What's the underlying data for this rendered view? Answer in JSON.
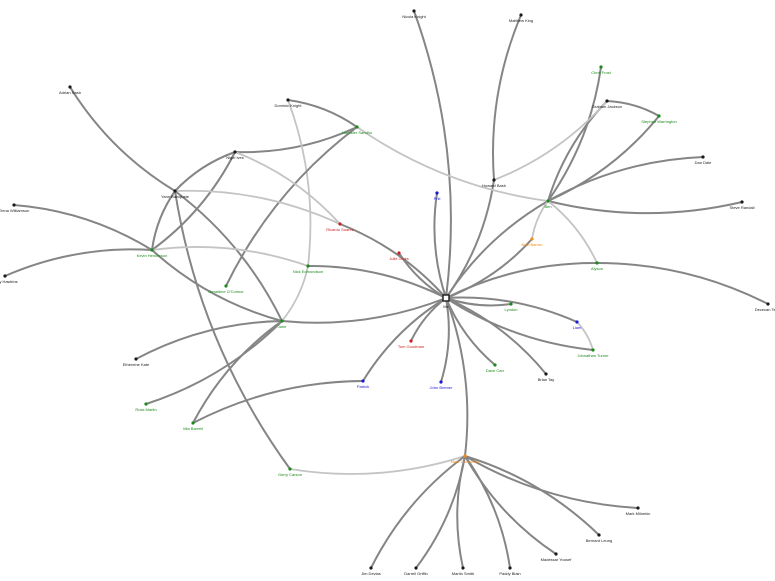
{
  "colors": {
    "black": "#1a1a1a",
    "green": "#1b8a1b",
    "blue": "#1a1ad6",
    "red": "#cc1f1f",
    "orange": "#f08c1a",
    "edge_dark": "#858585",
    "edge_light": "#c4c4c4"
  },
  "nodes": [
    {
      "id": "me",
      "label": "Me",
      "color": "black",
      "shape": "square"
    },
    {
      "id": "nicola",
      "label": "Nicola Knight",
      "color": "black"
    },
    {
      "id": "matthew",
      "label": "Matthew King",
      "color": "black"
    },
    {
      "id": "chris",
      "label": "Chris Frost",
      "color": "green"
    },
    {
      "id": "graham",
      "label": "Graham Jackson",
      "color": "black"
    },
    {
      "id": "stephen",
      "label": "Stephen Warrington",
      "color": "green"
    },
    {
      "id": "dan",
      "label": "Dan Dale",
      "color": "black"
    },
    {
      "id": "steve",
      "label": "Steve Randall",
      "color": "black"
    },
    {
      "id": "ben",
      "label": "Ben",
      "color": "green"
    },
    {
      "id": "niall",
      "label": "Niall Barron",
      "color": "orange"
    },
    {
      "id": "alyson",
      "label": "Alyson",
      "color": "green"
    },
    {
      "id": "dececan",
      "label": "Dececan Tebet",
      "color": "black"
    },
    {
      "id": "howard",
      "label": "Howard Bash",
      "color": "black"
    },
    {
      "id": "phil",
      "label": "Phil",
      "color": "blue"
    },
    {
      "id": "adrian",
      "label": "Adrian Nash",
      "color": "black"
    },
    {
      "id": "dominic",
      "label": "Dominic Knight",
      "color": "black"
    },
    {
      "id": "herinder",
      "label": "Harinder Sandhu",
      "color": "green"
    },
    {
      "id": "nigel",
      "label": "Nigel Ives",
      "color": "black"
    },
    {
      "id": "yann",
      "label": "Yann Bandjuste",
      "color": "black"
    },
    {
      "id": "elena",
      "label": "Elena Williamson",
      "color": "black"
    },
    {
      "id": "kevin",
      "label": "Kevin Henderson",
      "color": "green"
    },
    {
      "id": "andy",
      "label": "Andy Hawkins",
      "color": "black"
    },
    {
      "id": "ricardo",
      "label": "Ricardo Suarez",
      "color": "red"
    },
    {
      "id": "julie",
      "label": "Julie Jacks",
      "color": "red"
    },
    {
      "id": "nick",
      "label": "Nick Edmondson",
      "color": "green"
    },
    {
      "id": "geraldine",
      "label": "Geraldine O'Connor",
      "color": "green"
    },
    {
      "id": "jane",
      "label": "Jane",
      "color": "green"
    },
    {
      "id": "lyndon",
      "label": "Lyndon",
      "color": "green"
    },
    {
      "id": "liam",
      "label": "Liam",
      "color": "blue"
    },
    {
      "id": "johnathan",
      "label": "Johnathan Turner",
      "color": "green"
    },
    {
      "id": "tom",
      "label": "Tom Goodman",
      "color": "red"
    },
    {
      "id": "john",
      "label": "John Bremer",
      "color": "blue"
    },
    {
      "id": "dave",
      "label": "Dave Carr",
      "color": "green"
    },
    {
      "id": "brian",
      "label": "Brian Tay",
      "color": "black"
    },
    {
      "id": "patrick",
      "label": "Patrick",
      "color": "blue"
    },
    {
      "id": "ethereine",
      "label": "Ethereine Kate",
      "color": "black"
    },
    {
      "id": "russ",
      "label": "Russ Martin",
      "color": "green"
    },
    {
      "id": "mia",
      "label": "Mia Barrett",
      "color": "green"
    },
    {
      "id": "gerry",
      "label": "Gerry Carson",
      "color": "green"
    },
    {
      "id": "mark",
      "label": "Mark Thompson",
      "color": "orange"
    },
    {
      "id": "mark2",
      "label": "Mark Milnekin",
      "color": "black"
    },
    {
      "id": "bernard",
      "label": "Bernard Leung",
      "color": "black"
    },
    {
      "id": "madessar",
      "label": "Madessar Yousef",
      "color": "black"
    },
    {
      "id": "paddy",
      "label": "Paddy Blain",
      "color": "black"
    },
    {
      "id": "martin",
      "label": "Martin Smith",
      "color": "black"
    },
    {
      "id": "darrell",
      "label": "Darrell Griffin",
      "color": "black"
    },
    {
      "id": "jim",
      "label": "Jim Devlas",
      "color": "black"
    }
  ],
  "edges": [
    {
      "from": "me",
      "to": "nicola",
      "tone": "dark"
    },
    {
      "from": "me",
      "to": "phil",
      "tone": "dark"
    },
    {
      "from": "me",
      "to": "howard",
      "tone": "dark"
    },
    {
      "from": "me",
      "to": "ben",
      "tone": "dark"
    },
    {
      "from": "me",
      "to": "niall",
      "tone": "dark"
    },
    {
      "from": "me",
      "to": "alyson",
      "tone": "dark"
    },
    {
      "from": "me",
      "to": "lyndon",
      "tone": "dark"
    },
    {
      "from": "me",
      "to": "liam",
      "tone": "dark"
    },
    {
      "from": "me",
      "to": "johnathan",
      "tone": "dark"
    },
    {
      "from": "me",
      "to": "brian",
      "tone": "dark"
    },
    {
      "from": "me",
      "to": "dave",
      "tone": "dark"
    },
    {
      "from": "me",
      "to": "john",
      "tone": "dark"
    },
    {
      "from": "me",
      "to": "tom",
      "tone": "dark"
    },
    {
      "from": "me",
      "to": "mark",
      "tone": "dark"
    },
    {
      "from": "me",
      "to": "patrick",
      "tone": "dark"
    },
    {
      "from": "me",
      "to": "jane",
      "tone": "dark"
    },
    {
      "from": "me",
      "to": "nick",
      "tone": "dark"
    },
    {
      "from": "me",
      "to": "julie",
      "tone": "dark"
    },
    {
      "from": "me",
      "to": "ricardo",
      "tone": "dark"
    },
    {
      "from": "howard",
      "to": "matthew",
      "tone": "dark"
    },
    {
      "from": "ben",
      "to": "chris",
      "tone": "dark"
    },
    {
      "from": "ben",
      "to": "graham",
      "tone": "dark"
    },
    {
      "from": "ben",
      "to": "stephen",
      "tone": "dark"
    },
    {
      "from": "ben",
      "to": "dan",
      "tone": "dark"
    },
    {
      "from": "ben",
      "to": "steve",
      "tone": "dark"
    },
    {
      "from": "ben",
      "to": "alyson",
      "tone": "light"
    },
    {
      "from": "ben",
      "to": "niall",
      "tone": "light"
    },
    {
      "from": "alyson",
      "to": "dececan",
      "tone": "dark"
    },
    {
      "from": "howard",
      "to": "graham",
      "tone": "light"
    },
    {
      "from": "graham",
      "to": "stephen",
      "tone": "dark"
    },
    {
      "from": "herinder",
      "to": "ben",
      "tone": "light"
    },
    {
      "from": "dominic",
      "to": "herinder",
      "tone": "dark"
    },
    {
      "from": "nigel",
      "to": "herinder",
      "tone": "dark"
    },
    {
      "from": "dominic",
      "to": "nick",
      "tone": "light"
    },
    {
      "from": "herinder",
      "to": "geraldine",
      "tone": "dark"
    },
    {
      "from": "nigel",
      "to": "ricardo",
      "tone": "light"
    },
    {
      "from": "nigel",
      "to": "yann",
      "tone": "dark"
    },
    {
      "from": "nigel",
      "to": "kevin",
      "tone": "dark"
    },
    {
      "from": "adrian",
      "to": "yann",
      "tone": "dark"
    },
    {
      "from": "yann",
      "to": "ricardo",
      "tone": "light"
    },
    {
      "from": "yann",
      "to": "kevin",
      "tone": "dark"
    },
    {
      "from": "yann",
      "to": "jane",
      "tone": "dark"
    },
    {
      "from": "yann",
      "to": "gerry",
      "tone": "dark"
    },
    {
      "from": "elena",
      "to": "kevin",
      "tone": "dark"
    },
    {
      "from": "kevin",
      "to": "andy",
      "tone": "dark"
    },
    {
      "from": "kevin",
      "to": "nick",
      "tone": "light"
    },
    {
      "from": "kevin",
      "to": "jane",
      "tone": "dark"
    },
    {
      "from": "nick",
      "to": "jane",
      "tone": "light"
    },
    {
      "from": "jane",
      "to": "ethereine",
      "tone": "dark"
    },
    {
      "from": "jane",
      "to": "russ",
      "tone": "dark"
    },
    {
      "from": "jane",
      "to": "mia",
      "tone": "dark"
    },
    {
      "from": "mia",
      "to": "patrick",
      "tone": "dark"
    },
    {
      "from": "gerry",
      "to": "mark",
      "tone": "light"
    },
    {
      "from": "liam",
      "to": "johnathan",
      "tone": "light"
    },
    {
      "from": "mark",
      "to": "mark2",
      "tone": "dark"
    },
    {
      "from": "mark",
      "to": "bernard",
      "tone": "dark"
    },
    {
      "from": "mark",
      "to": "madessar",
      "tone": "dark"
    },
    {
      "from": "mark",
      "to": "paddy",
      "tone": "dark"
    },
    {
      "from": "mark",
      "to": "martin",
      "tone": "dark"
    },
    {
      "from": "mark",
      "to": "darrell",
      "tone": "dark"
    },
    {
      "from": "mark",
      "to": "jim",
      "tone": "dark"
    }
  ]
}
